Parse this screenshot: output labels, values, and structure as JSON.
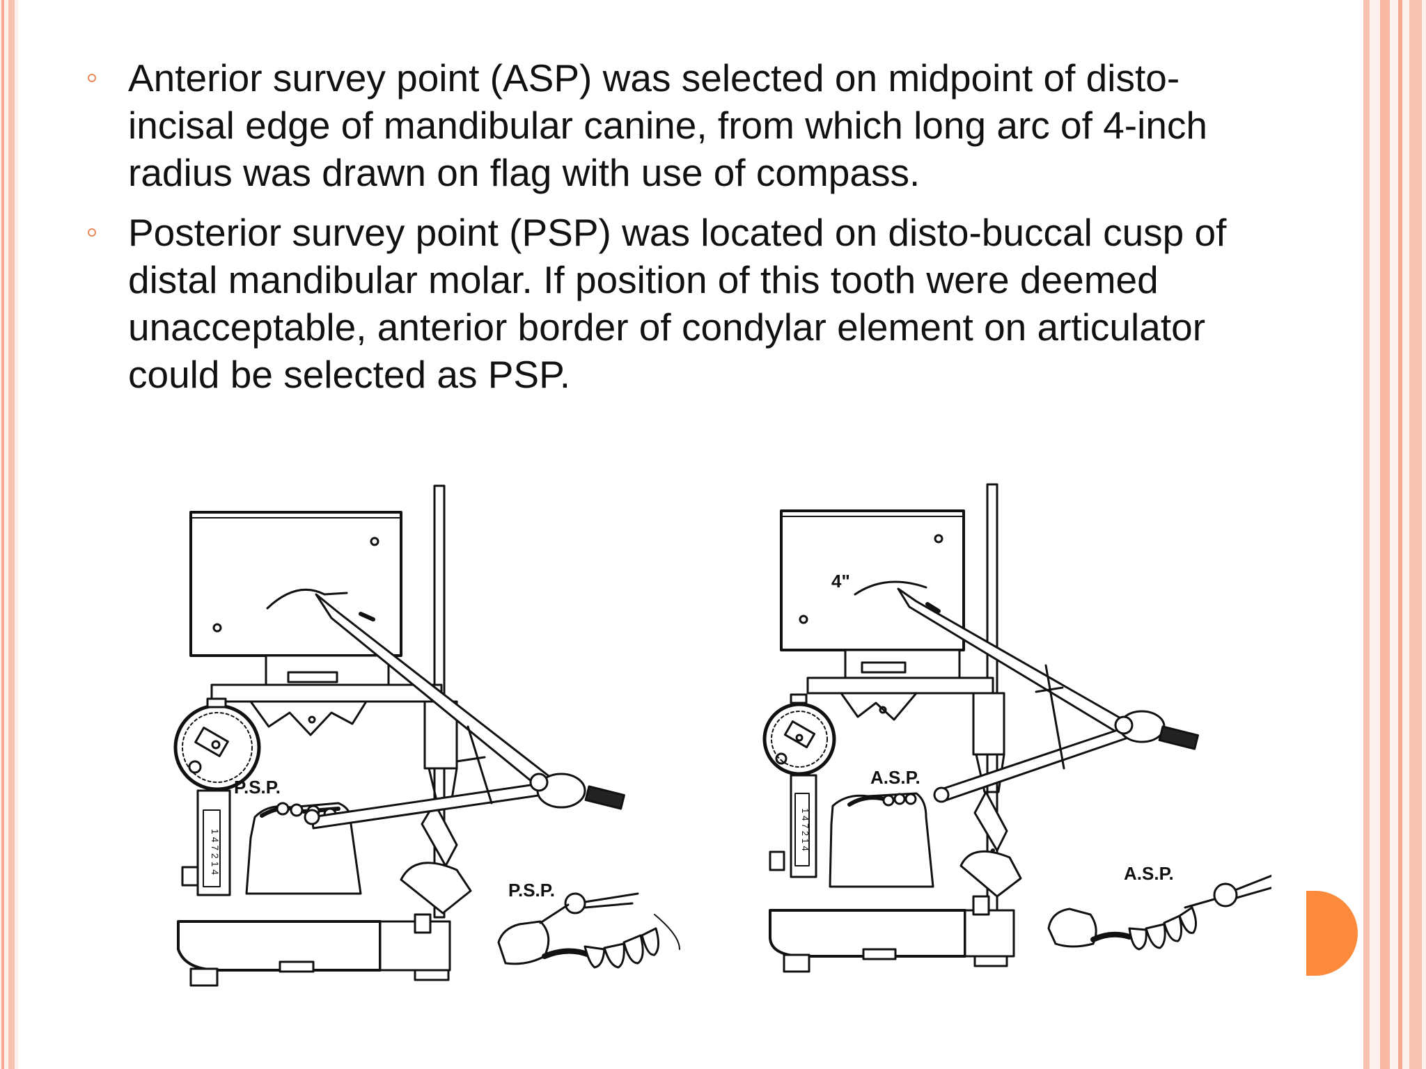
{
  "bullets": [
    "Anterior survey point (ASP) was selected on midpoint of disto-incisal edge of mandibular canine, from which long arc of 4-inch radius was drawn on flag with use of compass.",
    "Posterior survey point (PSP) was located on disto-buccal cusp of distal mandibular molar. If position of this tooth were deemed unacceptable, anterior border of condylar element on articulator could be selected as PSP."
  ],
  "figure": {
    "left": {
      "psp_label_upper": "P.S.P.",
      "psp_label_lower": "P.S.P.",
      "scale_label": "1 4 7 2 1 4"
    },
    "right": {
      "arc_label": "4\"",
      "asp_label_upper": "A.S.P.",
      "asp_label_lower": "A.S.P.",
      "scale_label": "1 4 7 2 1 4"
    }
  },
  "colors": {
    "accent": "#fc8a3d",
    "border_pink": "#f8c2b1",
    "bullet_marker": "#e68a5c"
  }
}
